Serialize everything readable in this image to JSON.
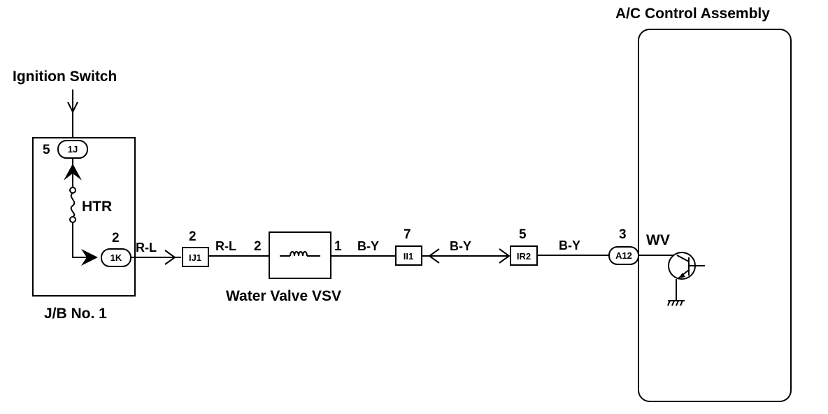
{
  "labels": {
    "ignition_switch": "Ignition Switch",
    "ac_control_assembly": "A/C Control Assembly",
    "jb_no1": "J/B No. 1",
    "water_valve_vsv": "Water Valve VSV",
    "htr": "HTR",
    "wv": "WV"
  },
  "connectors": {
    "c1j": {
      "name": "1J",
      "pin": "5"
    },
    "c1k": {
      "name": "1K",
      "pin": "2"
    },
    "ij1": {
      "name": "IJ1",
      "pin": "2"
    },
    "ii1": {
      "name": "II1",
      "pin": "7"
    },
    "ir2": {
      "name": "IR2",
      "pin": "5"
    },
    "a12": {
      "name": "A12",
      "pin": "3"
    }
  },
  "vsv_pins": {
    "left": "2",
    "right": "1"
  },
  "wires": {
    "w1": "R-L",
    "w2": "R-L",
    "w3": "B-Y",
    "w4": "B-Y",
    "w5": "B-Y"
  },
  "colors": {
    "line": "#000000",
    "background": "#ffffff"
  }
}
